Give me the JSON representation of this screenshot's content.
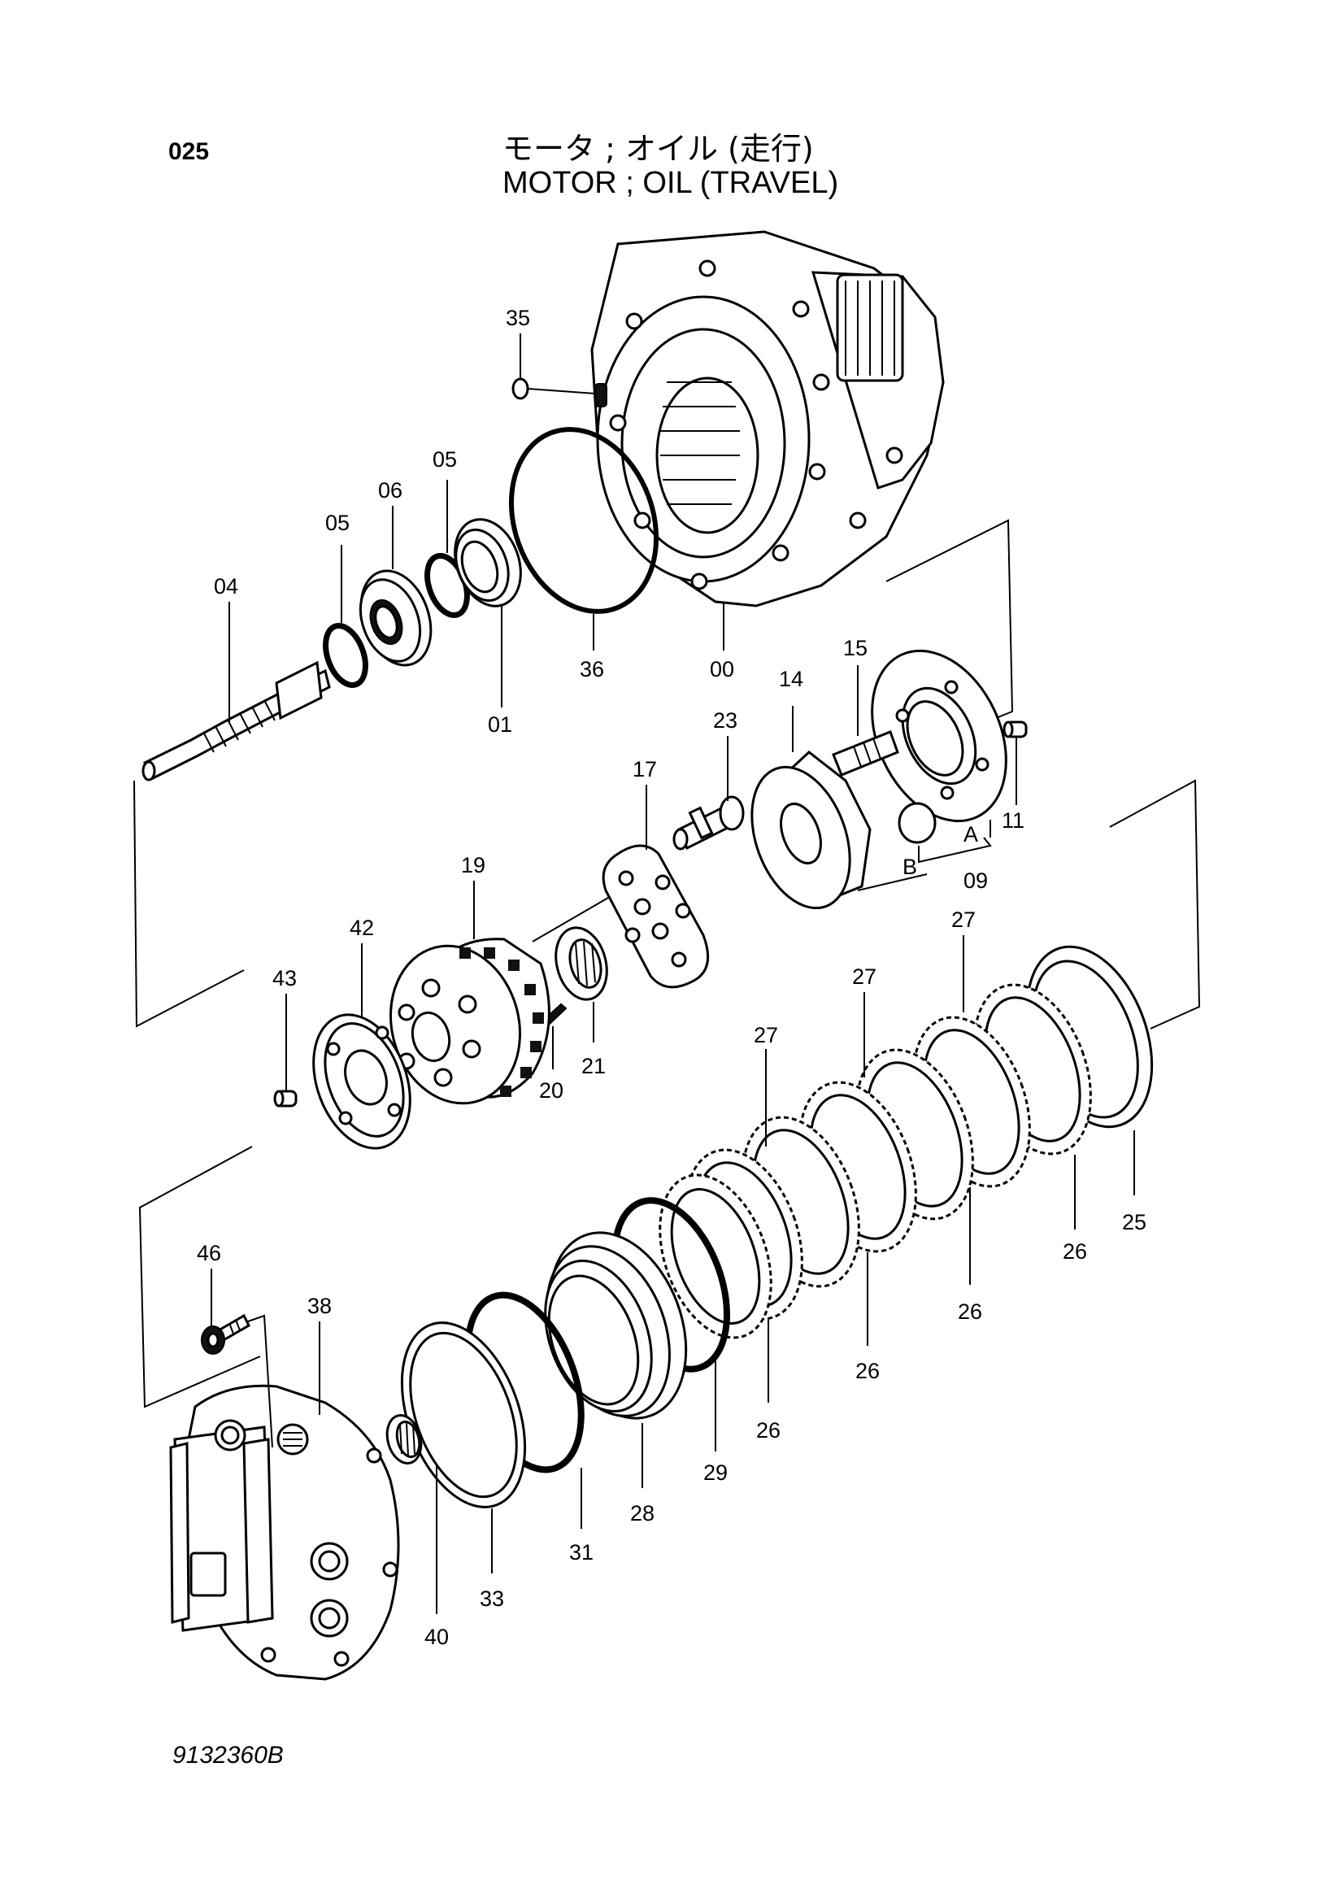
{
  "header": {
    "page_number": "025",
    "title_jp": "モータ ; オイル (走行)",
    "title_en": "MOTOR ; OIL (TRAVEL)"
  },
  "footer": {
    "drawing_number": "9132360B"
  },
  "callouts": {
    "c35": "35",
    "c05a": "05",
    "c06": "06",
    "c05b": "05",
    "c04": "04",
    "c36": "36",
    "c00": "00",
    "c01": "01",
    "c15": "15",
    "c14": "14",
    "c23": "23",
    "c17": "17",
    "c11": "11",
    "cA": "A",
    "cB": "B",
    "c09": "09",
    "c19": "19",
    "c42": "42",
    "c43": "43",
    "c20": "20",
    "c21": "21",
    "c27a": "27",
    "c27b": "27",
    "c27c": "27",
    "c25": "25",
    "c26a": "26",
    "c26b": "26",
    "c26c": "26",
    "c26d": "26",
    "c46": "46",
    "c38": "38",
    "c29": "29",
    "c28": "28",
    "c31": "31",
    "c33": "33",
    "c40": "40"
  }
}
